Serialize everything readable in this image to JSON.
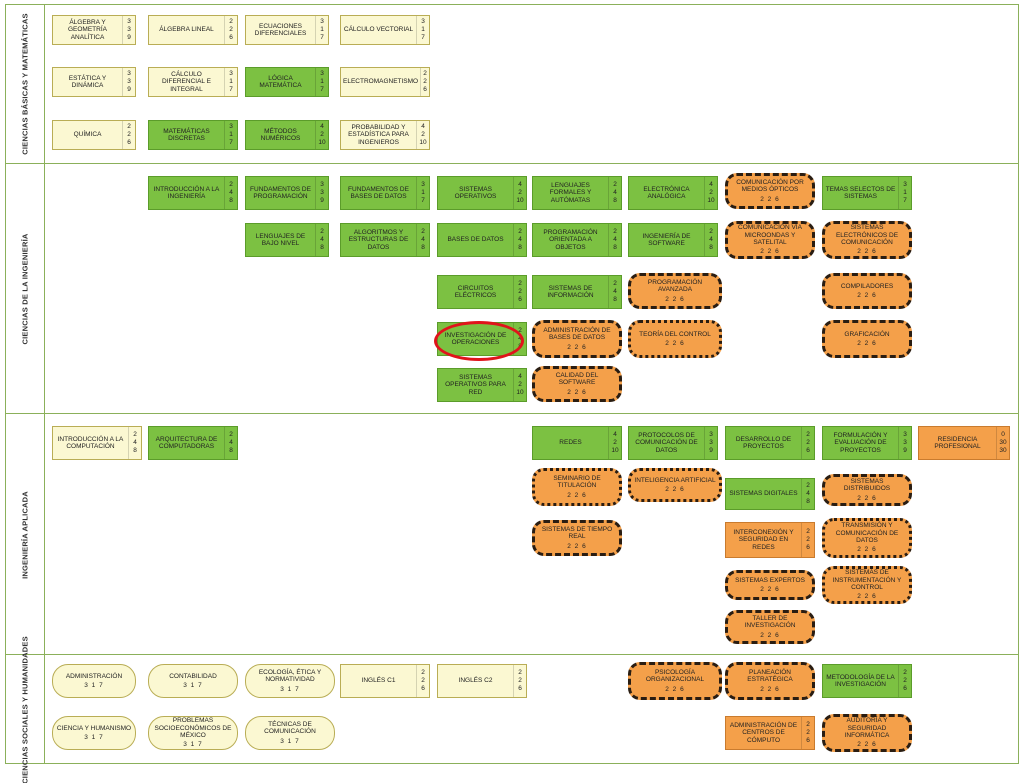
{
  "bands": {
    "basicas": "CIENCIAS BÁSICAS Y MATEMÁTICAS",
    "ingenieria": "CIENCIAS DE LA INGENIERÍA",
    "aplicada": "INGENIERÍA APLICADA",
    "sociales": "CIENCIAS SOCIALES Y HUMANIDADES"
  },
  "courses": {
    "algebra_geom": {
      "name": "ÁLGEBRA Y GEOMETRÍA ANALÍTICA",
      "c": [
        "3",
        "3",
        "9"
      ]
    },
    "algebra_lineal": {
      "name": "ÁLGEBRA LINEAL",
      "c": [
        "2",
        "2",
        "6"
      ]
    },
    "ec_dif": {
      "name": "ECUACIONES DIFERENCIALES",
      "c": [
        "3",
        "1",
        "7"
      ]
    },
    "calc_vec": {
      "name": "CÁLCULO VECTORIAL",
      "c": [
        "3",
        "1",
        "7"
      ]
    },
    "estatica": {
      "name": "ESTÁTICA Y DINÁMICA",
      "c": [
        "3",
        "3",
        "9"
      ]
    },
    "calc_dif": {
      "name": "CÁLCULO DIFERENCIAL E INTEGRAL",
      "c": [
        "3",
        "1",
        "7"
      ]
    },
    "logica": {
      "name": "LÓGICA MATEMÁTICA",
      "c": [
        "3",
        "1",
        "7"
      ]
    },
    "electromag": {
      "name": "ELECTROMAGNETISMO",
      "c": [
        "2",
        "2",
        "6"
      ]
    },
    "quimica": {
      "name": "QUÍMICA",
      "c": [
        "2",
        "2",
        "6"
      ]
    },
    "mat_disc": {
      "name": "MATEMÁTICAS DISCRETAS",
      "c": [
        "3",
        "1",
        "7"
      ]
    },
    "met_num": {
      "name": "MÉTODOS NUMÉRICOS",
      "c": [
        "4",
        "2",
        "10"
      ]
    },
    "prob": {
      "name": "PROBABILIDAD Y ESTADÍSTICA PARA INGENIEROS",
      "c": [
        "4",
        "2",
        "10"
      ]
    },
    "intro_ing": {
      "name": "INTRODUCCIÓN A LA INGENIERÍA",
      "c": [
        "2",
        "4",
        "8"
      ]
    },
    "fund_prog": {
      "name": "FUNDAMENTOS DE PROGRAMACIÓN",
      "c": [
        "3",
        "3",
        "9"
      ]
    },
    "fund_bd": {
      "name": "FUNDAMENTOS DE BASES DE DATOS",
      "c": [
        "3",
        "1",
        "7"
      ]
    },
    "sist_op": {
      "name": "SISTEMAS OPERATIVOS",
      "c": [
        "4",
        "2",
        "10"
      ]
    },
    "leng_form": {
      "name": "LENGUAJES FORMALES Y AUTÓMATAS",
      "c": [
        "2",
        "4",
        "8"
      ]
    },
    "electronica": {
      "name": "ELECTRÓNICA ANALÓGICA",
      "c": [
        "4",
        "2",
        "10"
      ]
    },
    "com_opt": {
      "name": "COMUNICACIÓN POR MEDIOS ÓPTICOS",
      "sub": "2 2 6"
    },
    "temas_sel": {
      "name": "TEMAS SELECTOS DE SISTEMAS",
      "c": [
        "3",
        "1",
        "7"
      ]
    },
    "leng_bajo": {
      "name": "LENGUAJES DE BAJO NIVEL",
      "c": [
        "2",
        "4",
        "8"
      ]
    },
    "algoritmos": {
      "name": "ALGORITMOS Y ESTRUCTURAS DE DATOS",
      "c": [
        "2",
        "4",
        "8"
      ]
    },
    "bases_datos": {
      "name": "BASES DE DATOS",
      "c": [
        "2",
        "4",
        "8"
      ]
    },
    "prog_obj": {
      "name": "PROGRAMACIÓN ORIENTADA A OBJETOS",
      "c": [
        "2",
        "4",
        "8"
      ]
    },
    "ing_soft": {
      "name": "INGENIERÍA DE SOFTWARE",
      "c": [
        "2",
        "4",
        "8"
      ]
    },
    "com_micro": {
      "name": "COMUNICACIÓN VÍA MICROONDAS Y SATELITAL",
      "sub": "2 2 6"
    },
    "sist_elec": {
      "name": "SISTEMAS ELECTRÓNICOS DE COMUNICACIÓN",
      "sub": "2 2 6"
    },
    "circuitos": {
      "name": "CIRCUITOS ELÉCTRICOS",
      "c": [
        "2",
        "2",
        "6"
      ]
    },
    "sist_info": {
      "name": "SISTEMAS DE INFORMACIÓN",
      "c": [
        "2",
        "4",
        "8"
      ]
    },
    "prog_av": {
      "name": "PROGRAMACIÓN AVANZADA",
      "sub": "2 2 6"
    },
    "compiladores": {
      "name": "COMPILADORES",
      "sub": "2 2 6"
    },
    "inv_op": {
      "name": "INVESTIGACIÓN DE OPERACIONES",
      "c": [
        "2",
        "4",
        "8"
      ]
    },
    "admin_bd": {
      "name": "ADMINISTRACIÓN DE BASES DE DATOS",
      "sub": "2 2 6"
    },
    "teoria_control": {
      "name": "TEORÍA DEL CONTROL",
      "sub": "2 2 6"
    },
    "graficacion": {
      "name": "GRAFICACIÓN",
      "sub": "2 2 6"
    },
    "sist_op_red": {
      "name": "SISTEMAS OPERATIVOS PARA RED",
      "c": [
        "4",
        "2",
        "10"
      ]
    },
    "calidad_soft": {
      "name": "CALIDAD DEL SOFTWARE",
      "sub": "2 2 6"
    },
    "intro_comp": {
      "name": "INTRODUCCIÓN A LA COMPUTACIÓN",
      "c": [
        "2",
        "4",
        "8"
      ]
    },
    "arq_comp": {
      "name": "ARQUITECTURA DE COMPUTADORAS",
      "c": [
        "2",
        "4",
        "8"
      ]
    },
    "redes": {
      "name": "REDES",
      "c": [
        "4",
        "2",
        "10"
      ]
    },
    "protocolos": {
      "name": "PROTOCOLOS DE COMUNICACIÓN DE DATOS",
      "c": [
        "3",
        "3",
        "9"
      ]
    },
    "des_proy": {
      "name": "DESARROLLO DE PROYECTOS",
      "c": [
        "2",
        "2",
        "6"
      ]
    },
    "form_proy": {
      "name": "FORMULACIÓN Y EVALUACIÓN DE PROYECTOS",
      "c": [
        "3",
        "3",
        "9"
      ]
    },
    "residencia": {
      "name": "RESIDENCIA PROFESIONAL",
      "c": [
        "0",
        "30",
        "30"
      ]
    },
    "seminario": {
      "name": "SEMINARIO DE TITULACIÓN",
      "sub": "2 2 6"
    },
    "ia": {
      "name": "INTELIGENCIA ARTIFICIAL",
      "sub": "2 2 6"
    },
    "sist_dig": {
      "name": "SISTEMAS DIGITALES",
      "c": [
        "2",
        "4",
        "8"
      ]
    },
    "sist_dist": {
      "name": "SISTEMAS DISTRIBUIDOS",
      "sub": "2 2 6"
    },
    "tiempo_real": {
      "name": "SISTEMAS DE TIEMPO REAL",
      "sub": "2 2 6"
    },
    "interconexion": {
      "name": "INTERCONEXIÓN Y SEGURIDAD EN REDES",
      "c": [
        "2",
        "2",
        "6"
      ]
    },
    "transmision": {
      "name": "TRANSMISIÓN Y COMUNICACIÓN DE DATOS",
      "sub": "2 2 6"
    },
    "sist_expertos": {
      "name": "SISTEMAS EXPERTOS",
      "sub": "2 2 6"
    },
    "instrumentacion": {
      "name": "SISTEMAS DE INSTRUMENTACIÓN Y CONTROL",
      "sub": "2 2 6"
    },
    "taller_inv": {
      "name": "TALLER DE INVESTIGACIÓN",
      "sub": "2 2 6"
    },
    "administracion": {
      "name": "ADMINISTRACIÓN",
      "sub": "3 1 7"
    },
    "contabilidad": {
      "name": "CONTABILIDAD",
      "sub": "3 1 7"
    },
    "ecologia": {
      "name": "ECOLOGÍA, ÉTICA Y NORMATIVIDAD",
      "sub": "3 1 7"
    },
    "ingles1": {
      "name": "INGLÉS C1",
      "c": [
        "2",
        "2",
        "6"
      ]
    },
    "ingles2": {
      "name": "INGLÉS C2",
      "c": [
        "2",
        "2",
        "6"
      ]
    },
    "psicologia": {
      "name": "PSICOLOGÍA ORGANIZACIONAL",
      "sub": "2 2 6"
    },
    "planeacion": {
      "name": "PLANEACIÓN ESTRATÉGICA",
      "sub": "2 2 6"
    },
    "metodologia": {
      "name": "METODOLOGÍA DE LA INVESTIGACIÓN",
      "c": [
        "2",
        "2",
        "6"
      ]
    },
    "ciencia_hum": {
      "name": "CIENCIA Y HUMANISMO",
      "sub": "3 1 7"
    },
    "problemas": {
      "name": "PROBLEMAS SOCIOECONÓMICOS DE MÉXICO",
      "sub": "3 1 7"
    },
    "tec_com": {
      "name": "TÉCNICAS DE COMUNICACIÓN",
      "sub": "3 1 7"
    },
    "admin_centros": {
      "name": "ADMINISTRACIÓN DE CENTROS DE CÓMPUTO",
      "c": [
        "2",
        "2",
        "6"
      ]
    },
    "auditoria": {
      "name": "AUDITORÍA Y SEGURIDAD INFORMÁTICA",
      "sub": "2 2 6"
    }
  },
  "colors": {
    "pale": "#fbf8d2",
    "green": "#7cc142",
    "orange": "#f4a04a",
    "highlight": "#e0141b",
    "grid": "#8bb05a"
  }
}
